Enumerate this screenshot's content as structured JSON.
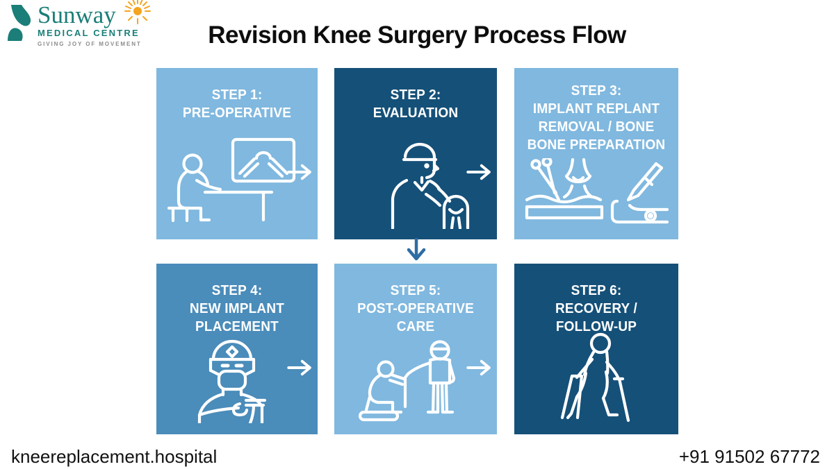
{
  "logo": {
    "name": "Sunway",
    "subtitle": "MEDICAL CENTRE",
    "tagline": "GIVING JOY OF MOVEMENT",
    "teal": "#1B7E78",
    "orange": "#F5A41F",
    "tagline_gray": "#8C8C8C"
  },
  "title": "Revision Knee Surgery Process Flow",
  "colors": {
    "light_blue": "#80B8DF",
    "medium_blue": "#4A8CBA",
    "dark_blue": "#155078",
    "flow_arrow_blue": "#2D6DA4",
    "white": "#FFFFFF"
  },
  "steps": [
    {
      "label": "STEP 1:",
      "title": "PRE-OPERATIVE",
      "bg": "#80B8DF",
      "icon": "patient-desk-xray-icon",
      "has_next_arrow": true
    },
    {
      "label": "STEP 2:",
      "title": "EVALUATION",
      "bg": "#155078",
      "icon": "surgeon-knee-exam-icon",
      "has_next_arrow": true
    },
    {
      "label": "STEP 3:",
      "title": "IMPLANT REPLANT\nREMOVAL / BONE\nBONE PREPARATION",
      "bg": "#80B8DF",
      "icon": "surgical-tools-bone-icon",
      "has_next_arrow": false
    },
    {
      "label": "STEP 4:",
      "title": "NEW IMPLANT\nPLACEMENT",
      "bg": "#4A8CBA",
      "icon": "masked-surgeon-implant-icon",
      "has_next_arrow": true
    },
    {
      "label": "STEP 5:",
      "title": "POST-OPERATIVE\nCARE",
      "bg": "#80B8DF",
      "icon": "physiotherapy-session-icon",
      "has_next_arrow": true
    },
    {
      "label": "STEP 6:",
      "title": "RECOVERY /\nFOLLOW-UP",
      "bg": "#155078",
      "icon": "walking-with-crutches-icon",
      "has_next_arrow": false
    }
  ],
  "icons": {
    "logo_knee": "knee-joint-logo-icon",
    "logo_sun": "sunburst-icon",
    "next": "arrow-right-icon",
    "down": "arrow-down-icon"
  },
  "footer": {
    "website": "kneereplacement.hospital",
    "phone": "+91 91502 67772"
  }
}
